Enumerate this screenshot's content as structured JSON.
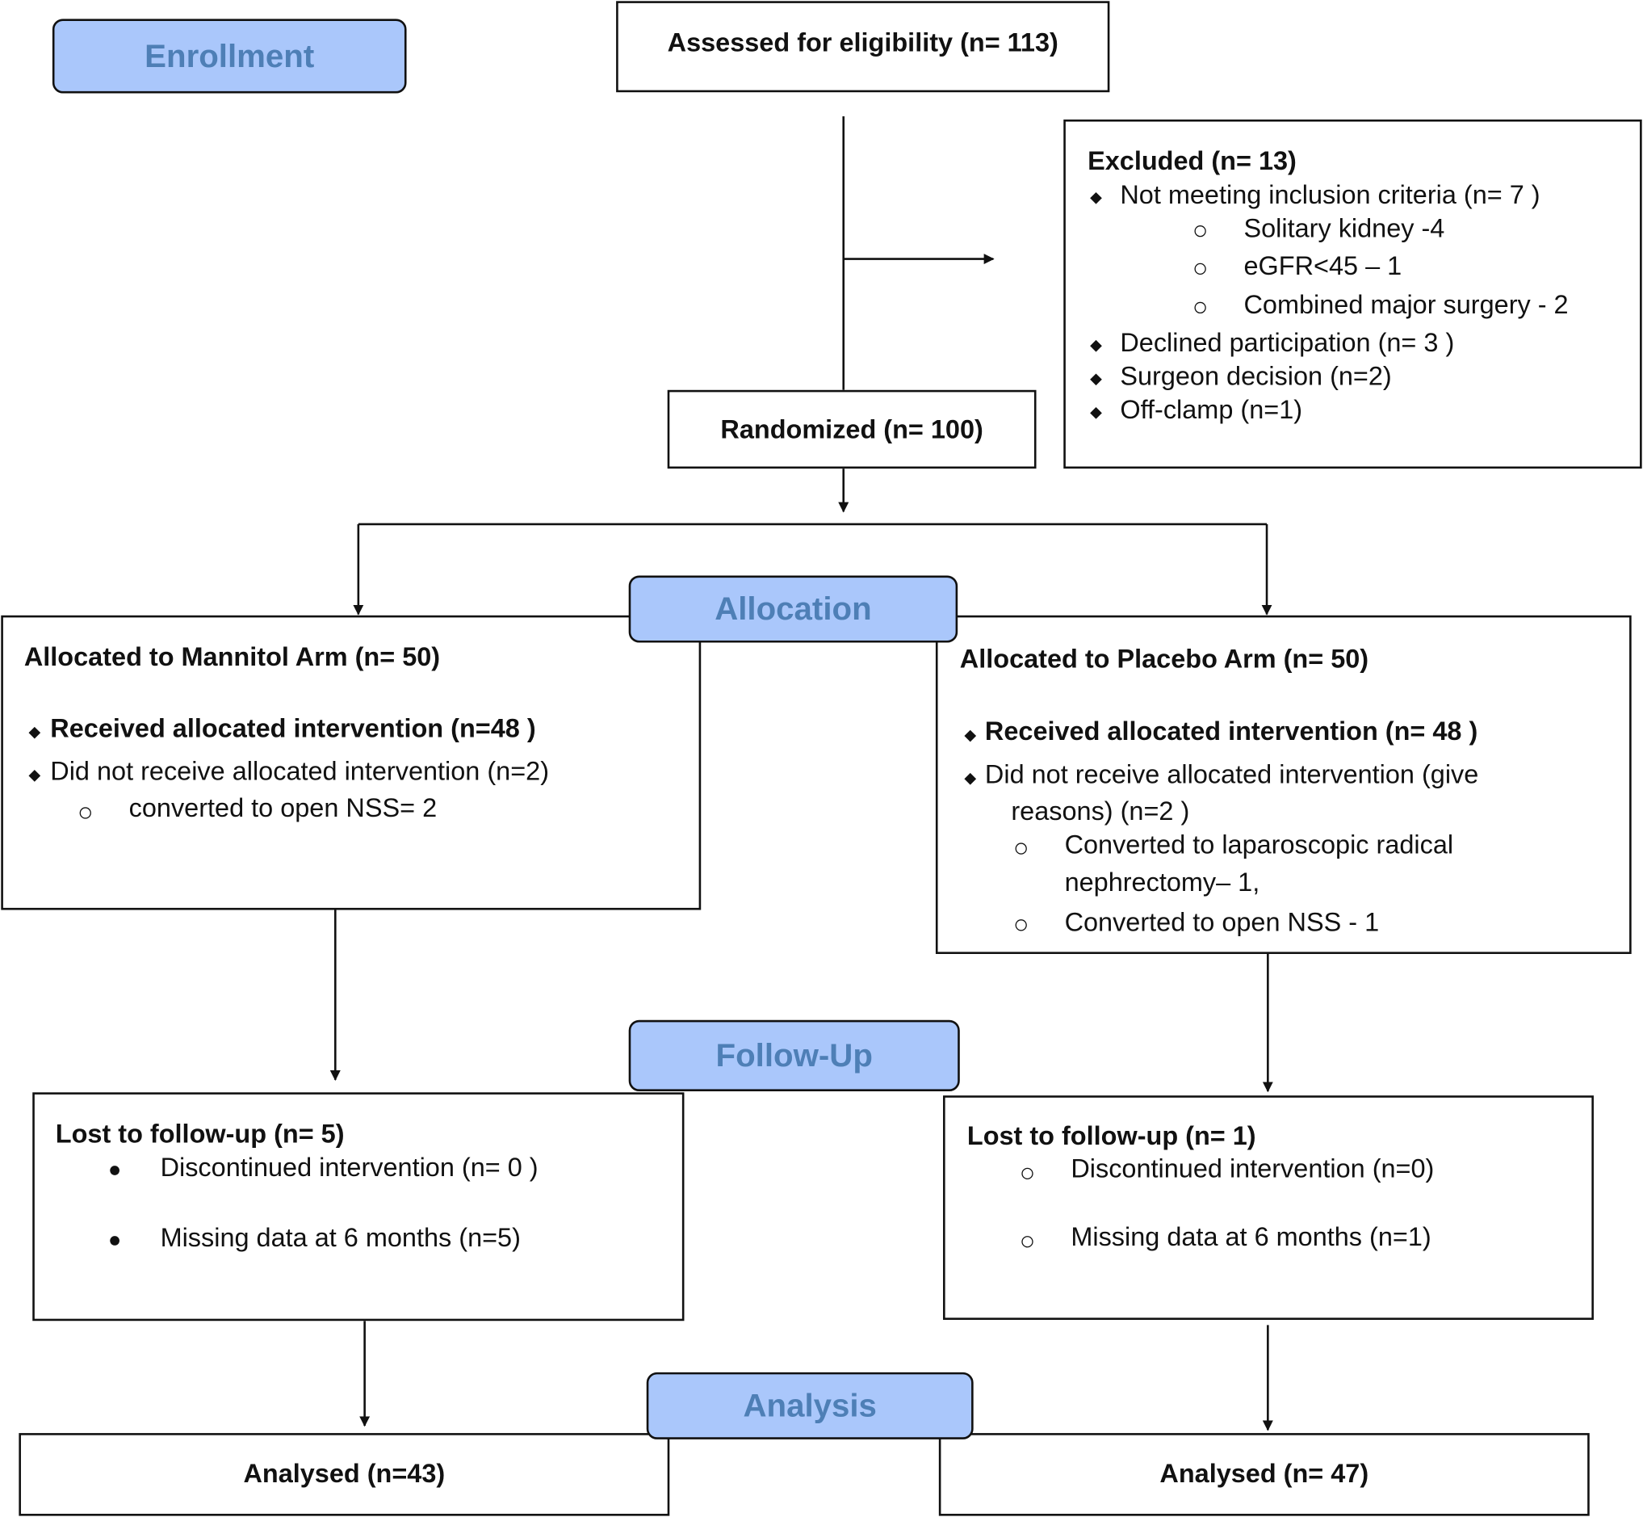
{
  "stages": {
    "enrollment": "Enrollment",
    "allocation": "Allocation",
    "follow_up": "Follow-Up",
    "analysis": "Analysis"
  },
  "assessed": "Assessed for eligibility (n= 113)",
  "excluded": {
    "title": "Excluded (n= 13)",
    "item1": "Not meeting inclusion criteria (n= 7 )",
    "sub1": "Solitary kidney -4",
    "sub2": "eGFR<45 – 1",
    "sub3": "Combined major surgery - 2",
    "item2": "Declined participation (n= 3 )",
    "item3": "Surgeon decision (n=2)",
    "item4": "Off-clamp (n=1)"
  },
  "randomized": "Randomized (n= 100)",
  "mannitol": {
    "title": "Allocated to Mannitol Arm (n= 50)",
    "received": "Received allocated intervention (n=48 )",
    "not_received": "Did not receive allocated intervention  (n=2)",
    "sub1": "converted to open NSS= 2"
  },
  "placebo": {
    "title": "Allocated to Placebo Arm (n= 50)",
    "received": "Received allocated intervention (n= 48 )",
    "not_received_line1": "Did not receive allocated intervention (give",
    "not_received_line2": "reasons) (n=2  )",
    "sub1_line1": "Converted to laparoscopic radical",
    "sub1_line2": "nephrectomy– 1,",
    "sub2": "Converted to open NSS - 1"
  },
  "lost_mannitol": {
    "title": "Lost to follow-up (n= 5)",
    "item1": "Discontinued intervention (n= 0 )",
    "item2": "Missing data at 6 months (n=5)"
  },
  "lost_placebo": {
    "title": "Lost to follow-up (n= 1)",
    "item1": "Discontinued intervention (n=0)",
    "item2": "Missing data at 6 months (n=1)"
  },
  "analysed_mannitol": "Analysed (n=43)",
  "analysed_placebo": "Analysed (n= 47)",
  "colors": {
    "stage_fill": "#aac7fb",
    "stage_text": "#4e7fb6",
    "line": "#111111"
  }
}
